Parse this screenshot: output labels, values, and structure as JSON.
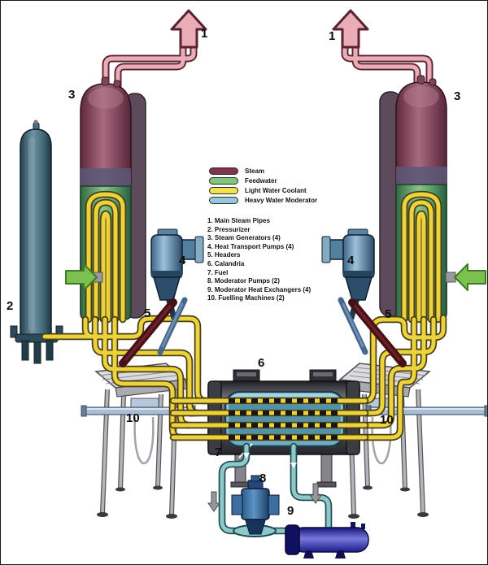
{
  "legend": {
    "items": [
      {
        "label": "Steam",
        "color": "#83344c"
      },
      {
        "label": "Feedwater",
        "color": "#7dc87f"
      },
      {
        "label": "Light Water Coolant",
        "color": "#f2e24e"
      },
      {
        "label": "Heavy Water Moderator",
        "color": "#96c8d8"
      }
    ]
  },
  "component_list": {
    "items": [
      "1. Main Steam Pipes",
      "2. Pressurizer",
      "3. Steam Generators (4)",
      "4. Heat Transport Pumps (4)",
      "5. Headers",
      "6. Calandria",
      "7. Fuel",
      "8. Moderator Pumps (2)",
      "9. Moderator Heat Exchangers (4)",
      "10. Fuelling Machines (2)"
    ]
  },
  "markers": {
    "m1_left": "1",
    "m1_right": "1",
    "m2": "2",
    "m3_left": "3",
    "m3_right": "3",
    "m4_left": "4",
    "m4_right": "4",
    "m5_left": "5",
    "m5_right": "5",
    "m6": "6",
    "m7": "7",
    "m8": "8",
    "m9": "9",
    "m10_left": "10",
    "m10_right": "10"
  }
}
